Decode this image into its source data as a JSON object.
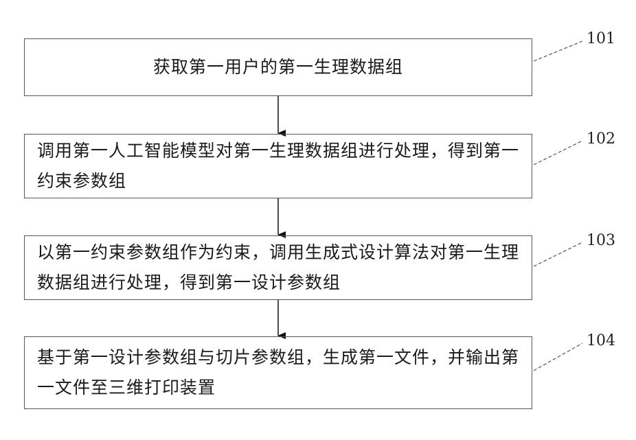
{
  "steps": [
    {
      "number": "101",
      "text": "获取第一用户的第一生理数据组"
    },
    {
      "number": "102",
      "text": "调用第一人工智能模型对第一生理数据组进行处理，得到第一约束参数组"
    },
    {
      "number": "103",
      "text": "以第一约束参数组作为约束，调用生成式设计算法对第一生理数据组进行处理，得到第一设计参数组"
    },
    {
      "number": "104",
      "text": "基于第一设计参数组与切片参数组，生成第一文件，并输出第一文件至三维打印装置"
    }
  ]
}
